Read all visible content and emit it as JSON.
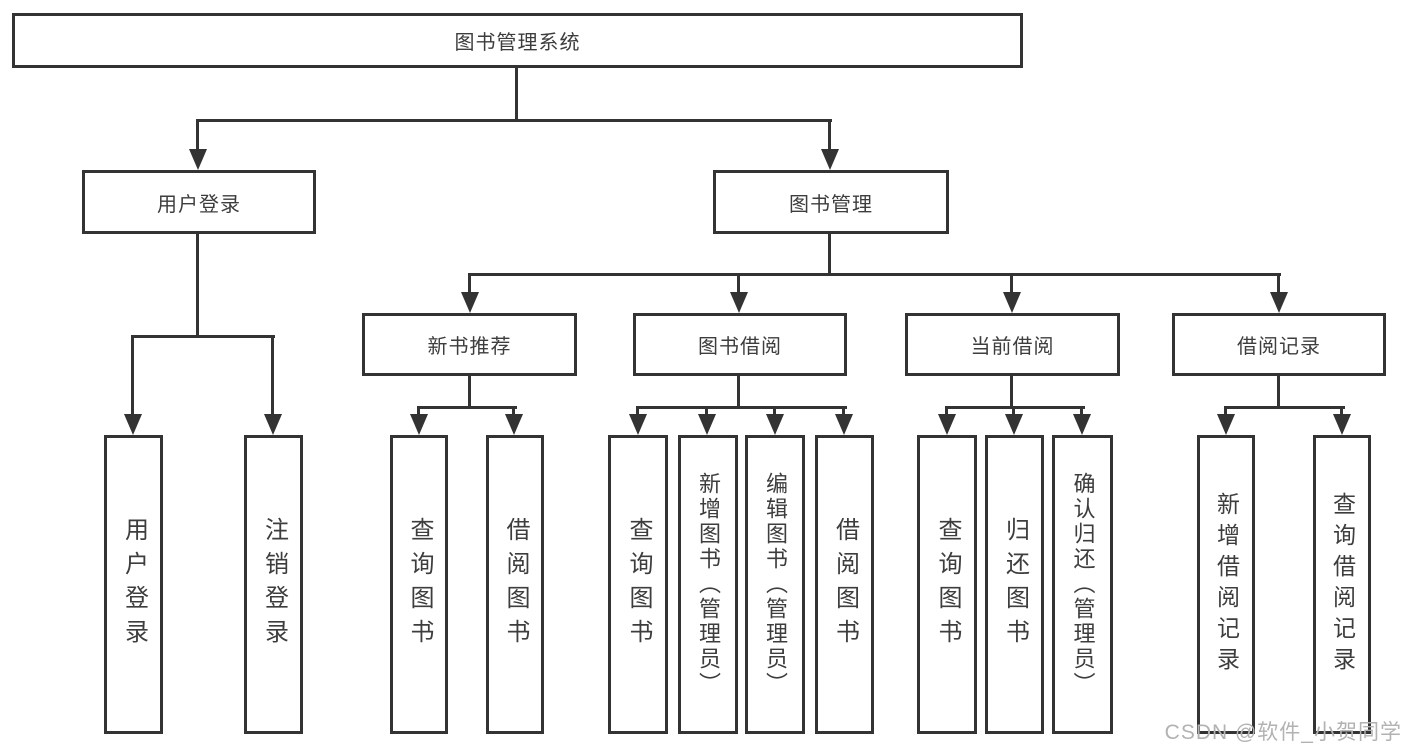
{
  "nodes": {
    "root": "图书管理系统",
    "user_login": "用户登录",
    "book_management": "图书管理",
    "new_book_recommend": "新书推荐",
    "book_borrowing": "图书借阅",
    "current_borrowing": "当前借阅",
    "borrowing_records": "借阅记录",
    "leaf_user_login": "用户登录",
    "leaf_logout": "注销登录",
    "leaf_nbr_query_books": "查询图书",
    "leaf_nbr_borrow_books": "借阅图书",
    "leaf_bb_query_books": "查询图书",
    "leaf_bb_add_books": "新增图书（管理员）",
    "leaf_bb_edit_books": "编辑图书（管理员）",
    "leaf_bb_borrow_books": "借阅图书",
    "leaf_cb_query_books": "查询图书",
    "leaf_cb_return_books": "归还图书",
    "leaf_cb_confirm_return": "确认归还（管理员）",
    "leaf_br_add_record": "新增借阅记录",
    "leaf_br_query_record": "查询借阅记录"
  },
  "hierarchy": {
    "root": [
      "user_login",
      "book_management"
    ],
    "user_login": [
      "leaf_user_login",
      "leaf_logout"
    ],
    "book_management": [
      "new_book_recommend",
      "book_borrowing",
      "current_borrowing",
      "borrowing_records"
    ],
    "new_book_recommend": [
      "leaf_nbr_query_books",
      "leaf_nbr_borrow_books"
    ],
    "book_borrowing": [
      "leaf_bb_query_books",
      "leaf_bb_add_books",
      "leaf_bb_edit_books",
      "leaf_bb_borrow_books"
    ],
    "current_borrowing": [
      "leaf_cb_query_books",
      "leaf_cb_return_books",
      "leaf_cb_confirm_return"
    ],
    "borrowing_records": [
      "leaf_br_add_record",
      "leaf_br_query_record"
    ]
  },
  "watermark": "CSDN @软件_小贺同学",
  "colors": {
    "line": "#333333",
    "text": "#3d3d3d",
    "background": "#ffffff",
    "watermark": "#b2b2b2"
  }
}
